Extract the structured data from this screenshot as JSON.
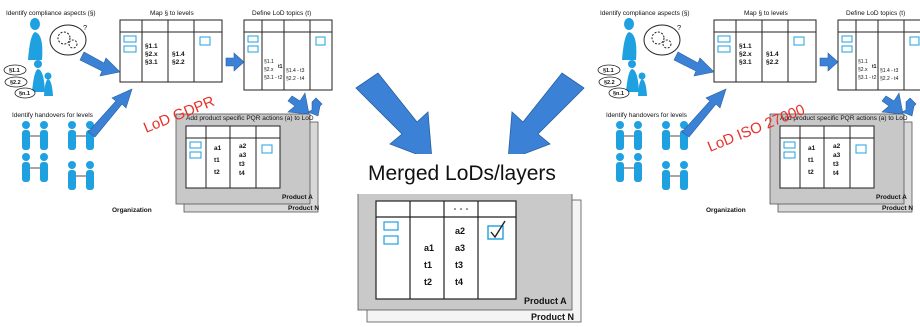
{
  "left": {
    "identify_compliance": "Identify compliance aspects (§)",
    "map_levels": "Map § to levels",
    "define_topics": "Define LoD topics (t)",
    "identify_handovers": "Identify handovers for levels",
    "add_actions": "Add product specific PQR actions (a) to LoD",
    "organization": "Organization",
    "product_a": "Product A",
    "product_n": "Product N",
    "lod_label": "LoD GDPR",
    "speech_a": "§1.1",
    "speech_b": "§2.2",
    "speech_c": "§n.1",
    "map_col1": [
      "§1.1",
      "§2.x",
      "§3.1"
    ],
    "map_col2": [
      "§1.4",
      "§2.2"
    ],
    "topic_col1": [
      "§1.1",
      "§2.x",
      "§3.1 - t2"
    ],
    "topic_t1": "t1",
    "topic_col3": [
      "§1.4 - t3",
      "§2.2 - t4"
    ],
    "prod_col2": [
      "a1",
      "t1",
      "t2"
    ],
    "prod_col3": [
      "a2",
      "a3",
      "t3",
      "t4"
    ]
  },
  "center": {
    "title": "Merged LoDs/layers",
    "product_a": "Product A",
    "product_n": "Product N",
    "col2": [
      "a1",
      "t1",
      "t2"
    ],
    "col3": [
      "a2",
      "a3",
      "t3",
      "t4"
    ]
  },
  "right": {
    "identify_compliance": "Identify compliance aspects (§)",
    "map_levels": "Map § to levels",
    "define_topics": "Define LoD topics (t)",
    "identify_handovers": "Identify handovers for levels",
    "add_actions": "Add product specific PQR actions (a) to LoD",
    "organization": "Organization",
    "product_a": "Product A",
    "product_n": "Product N",
    "lod_label": "LoD ISO 27000",
    "speech_a": "§1.1",
    "speech_b": "§2.2",
    "speech_c": "§n.1",
    "map_col1": [
      "§1.1",
      "§2.x",
      "§3.1"
    ],
    "map_col2": [
      "§1.4",
      "§2.2"
    ],
    "topic_col1": [
      "§1.1",
      "§2.x",
      "§3.1 - t2"
    ],
    "topic_t1": "t1",
    "topic_col3": [
      "§1.4 - t3",
      "§2.2 - t4"
    ],
    "prod_col2": [
      "a1",
      "t1",
      "t2"
    ],
    "prod_col3": [
      "a2",
      "a3",
      "t3",
      "t4"
    ]
  },
  "colors": {
    "arrow": "#3b82d6",
    "arrow_stroke": "#2a5f9e",
    "blue_accent": "#1fa0e0",
    "red_label": "#e8312a",
    "shadow_gray": "#c8c8c8"
  }
}
